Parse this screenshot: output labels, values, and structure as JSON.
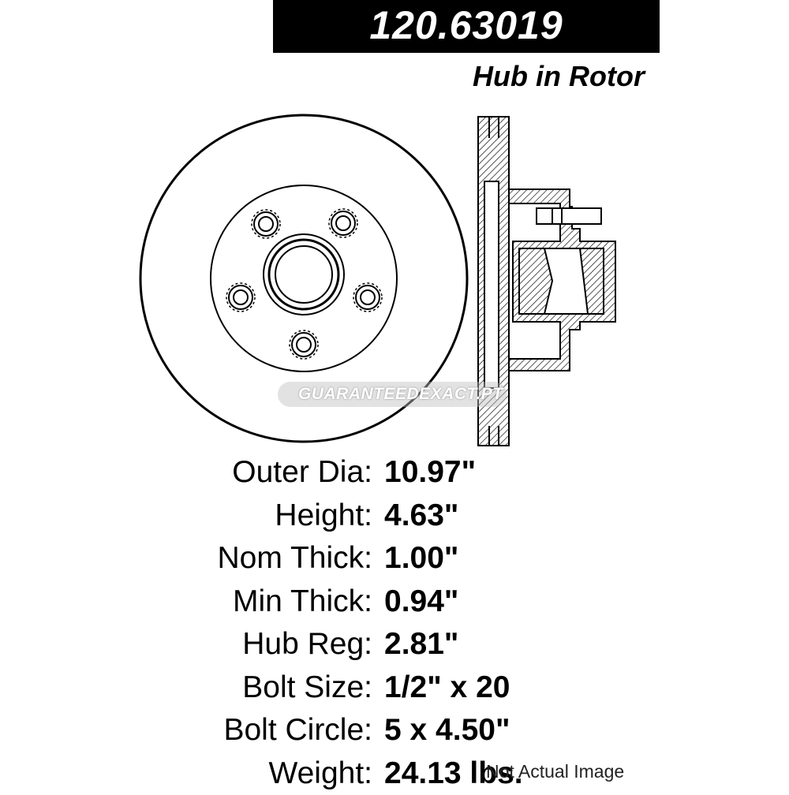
{
  "header": {
    "part_number": "120.63019",
    "subtitle": "Hub in Rotor"
  },
  "watermark": "GUARANTEEDEXACT.PT",
  "specs": [
    {
      "label": "Outer Dia:",
      "value": "10.97\""
    },
    {
      "label": "Height:",
      "value": "4.63\""
    },
    {
      "label": "Nom Thick:",
      "value": "1.00\""
    },
    {
      "label": "Min Thick:",
      "value": "0.94\""
    },
    {
      "label": "Hub Reg:",
      "value": "2.81\""
    },
    {
      "label": "Bolt Size:",
      "value": "1/2\" x 20"
    },
    {
      "label": "Bolt Circle:",
      "value": "5 x 4.50\""
    },
    {
      "label": "Weight:",
      "value": "24.13 lbs."
    }
  ],
  "disclaimer": "Not Actual Image"
}
